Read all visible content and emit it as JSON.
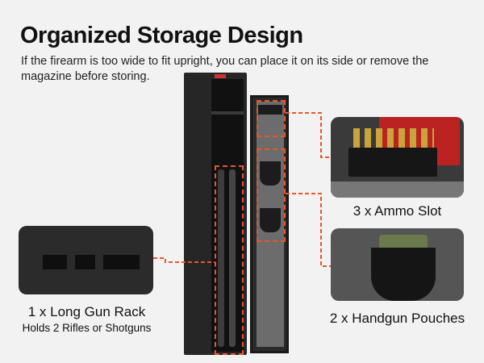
{
  "title": "Organized Storage Design",
  "subtitle": "If the firearm is too wide to fit upright, you can place it on its side or remove the magazine before storing.",
  "features": [
    {
      "label": "3 x Ammo Slot"
    },
    {
      "label": "2 x Handgun Pouches"
    },
    {
      "label": "1 x Long Gun Rack",
      "sublabel": "Holds 2 Rifles or Shotguns"
    }
  ],
  "colors": {
    "accent": "#e8562a",
    "cabinet": "#1e1e1e",
    "background": "#f2f2f2"
  }
}
